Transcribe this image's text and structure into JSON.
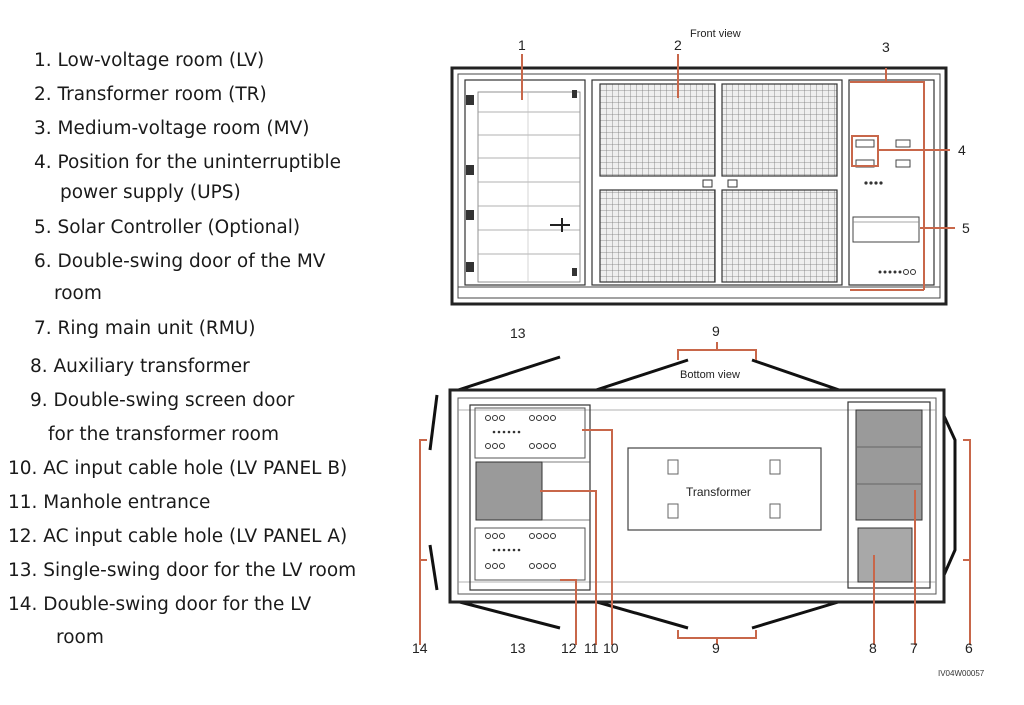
{
  "legend": {
    "items": [
      "1. Low-voltage room (LV)",
      "2. Transformer room (TR)",
      "3. Medium-voltage room (MV)",
      "4. Position for the uninterruptible",
      "power supply (UPS)",
      "5. Solar Controller (Optional)",
      "6. Double-swing door of the MV",
      "room",
      "7. Ring main unit (RMU)",
      "8. Auxiliary transformer",
      "9. Double-swing screen door",
      "for the transformer room",
      "10. AC input cable hole (LV PANEL B)",
      "11. Manhole entrance",
      "12. AC input cable hole (LV PANEL A)",
      "13. Single-swing door for the LV room",
      "14. Double-swing door for the LV",
      "room"
    ]
  },
  "diagram": {
    "front_title": "Front view",
    "bottom_title": "Bottom view",
    "transformer_label": "Transformer",
    "image_code": "IV04W00057",
    "front_callouts": [
      "1",
      "2",
      "3",
      "4",
      "5"
    ],
    "bottom_callouts": [
      "13",
      "9",
      "14",
      "13",
      "12",
      "11",
      "10",
      "9",
      "8",
      "7",
      "6"
    ]
  },
  "colors": {
    "callout_line": "#c8674a",
    "outline": "#222222",
    "panel_fill": "#9a9a9a",
    "grille_fill": "#e8e8e8"
  }
}
